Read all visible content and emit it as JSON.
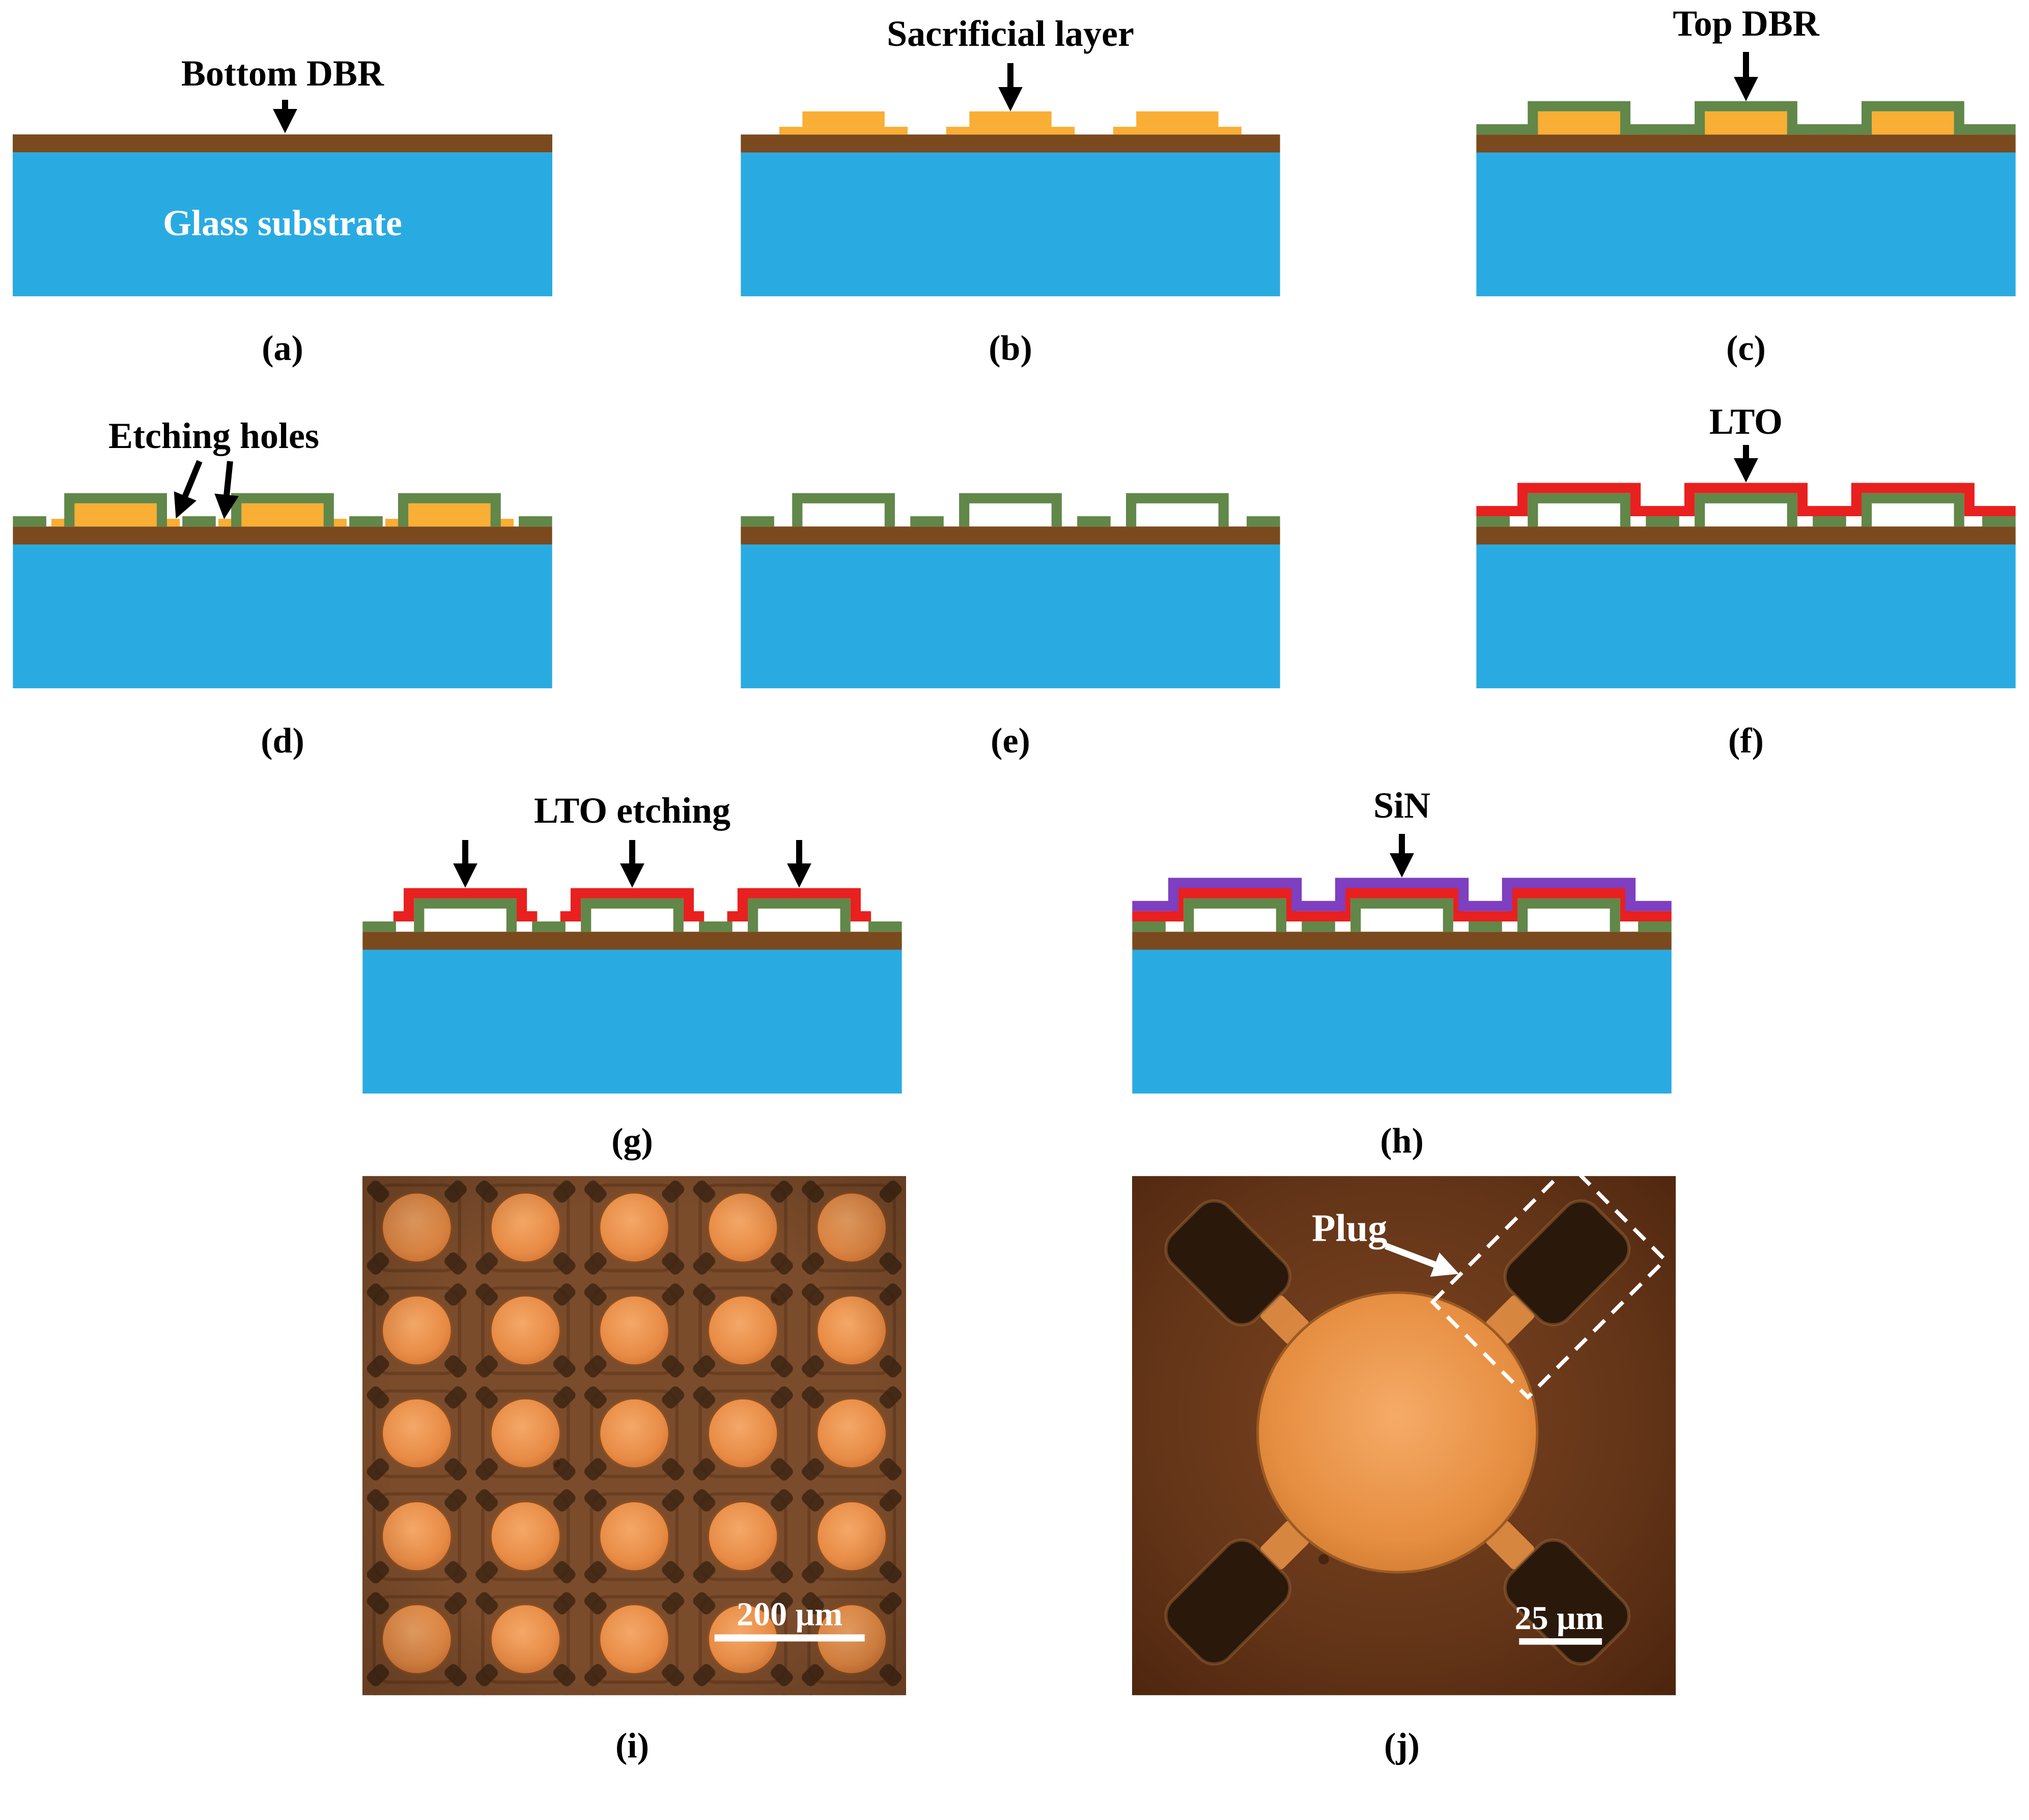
{
  "figure": {
    "panels": {
      "a": {
        "caption": "(a)",
        "label": "Bottom DBR",
        "substrate_label": "Glass substrate"
      },
      "b": {
        "caption": "(b)",
        "label": "Sacrificial layer"
      },
      "c": {
        "caption": "(c)",
        "label": "Top DBR"
      },
      "d": {
        "caption": "(d)",
        "label": "Etching holes"
      },
      "e": {
        "caption": "(e)"
      },
      "f": {
        "caption": "(f)",
        "label": "LTO"
      },
      "g": {
        "caption": "(g)",
        "label": "LTO etching"
      },
      "h": {
        "caption": "(h)",
        "label": "SiN"
      },
      "i": {
        "caption": "(i)",
        "scale_bar": "200 μm"
      },
      "j": {
        "caption": "(j)",
        "label": "Plug",
        "scale_bar": "25 μm"
      }
    }
  },
  "colors": {
    "substrate": "#29ABE2",
    "dbr": "#7A4A1E",
    "sacrificial": "#F9AE35",
    "topdbr": "#618749",
    "lto": "#E8201F",
    "sin": "#7E3FC0",
    "photo_bg": "#7B4C2B",
    "plug_dark": "#3A2312",
    "arrow": "#000000",
    "scalebar": "#FFFFFF"
  }
}
